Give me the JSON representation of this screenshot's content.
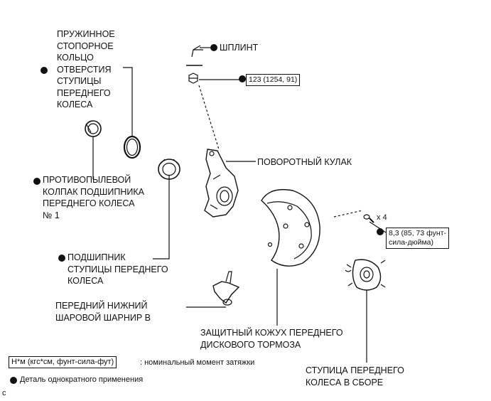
{
  "labels": {
    "snap_ring": "ПРУЖИННОЕ\nСТОПОРНОЕ\nКОЛЬЦО\nОТВЕРСТИЯ\nСТУПИЦЫ\nПЕРЕДНЕГО\nКОЛЕСА",
    "cotter_pin": "ШПЛИНТ",
    "nut_torque": "123 (1254, 91)",
    "knuckle": "ПОВОРОТНЫЙ КУЛАК",
    "dust_cap": "ПРОТИВОПЫЛЕВОЙ\nКОЛПАК ПОДШИПНИКА\nПЕРЕДНЕГО КОЛЕСА\n№ 1",
    "bolt_qty": "x 4",
    "bolt_torque": "8,3 (85, 73 фунт-\nсила-дюйма)",
    "bearing": "ПОДШИПНИК\nСТУПИЦЫ ПЕРЕДНЕГО\nКОЛЕСА",
    "ball_joint": "ПЕРЕДНИЙ НИЖНИЙ\nШАРОВОЙ ШАРНИР В",
    "dust_cover": "ЗАЩИТНЫЙ КОЖУХ ПЕРЕДНЕГО\nДИСКОВОГО ТОРМОЗА",
    "hub": "СТУПИЦА ПЕРЕДНЕГО\nКОЛЕСА В СБОРЕ"
  },
  "legend": {
    "torque_unit": "Н*м (кгс*см, фунт-сила-фут)",
    "torque_desc": ": номинальный момент затяжки",
    "non_reusable": "Деталь однократного применения"
  },
  "corner_mark": "c",
  "colors": {
    "ink": "#111111",
    "background": "#ffffff"
  }
}
